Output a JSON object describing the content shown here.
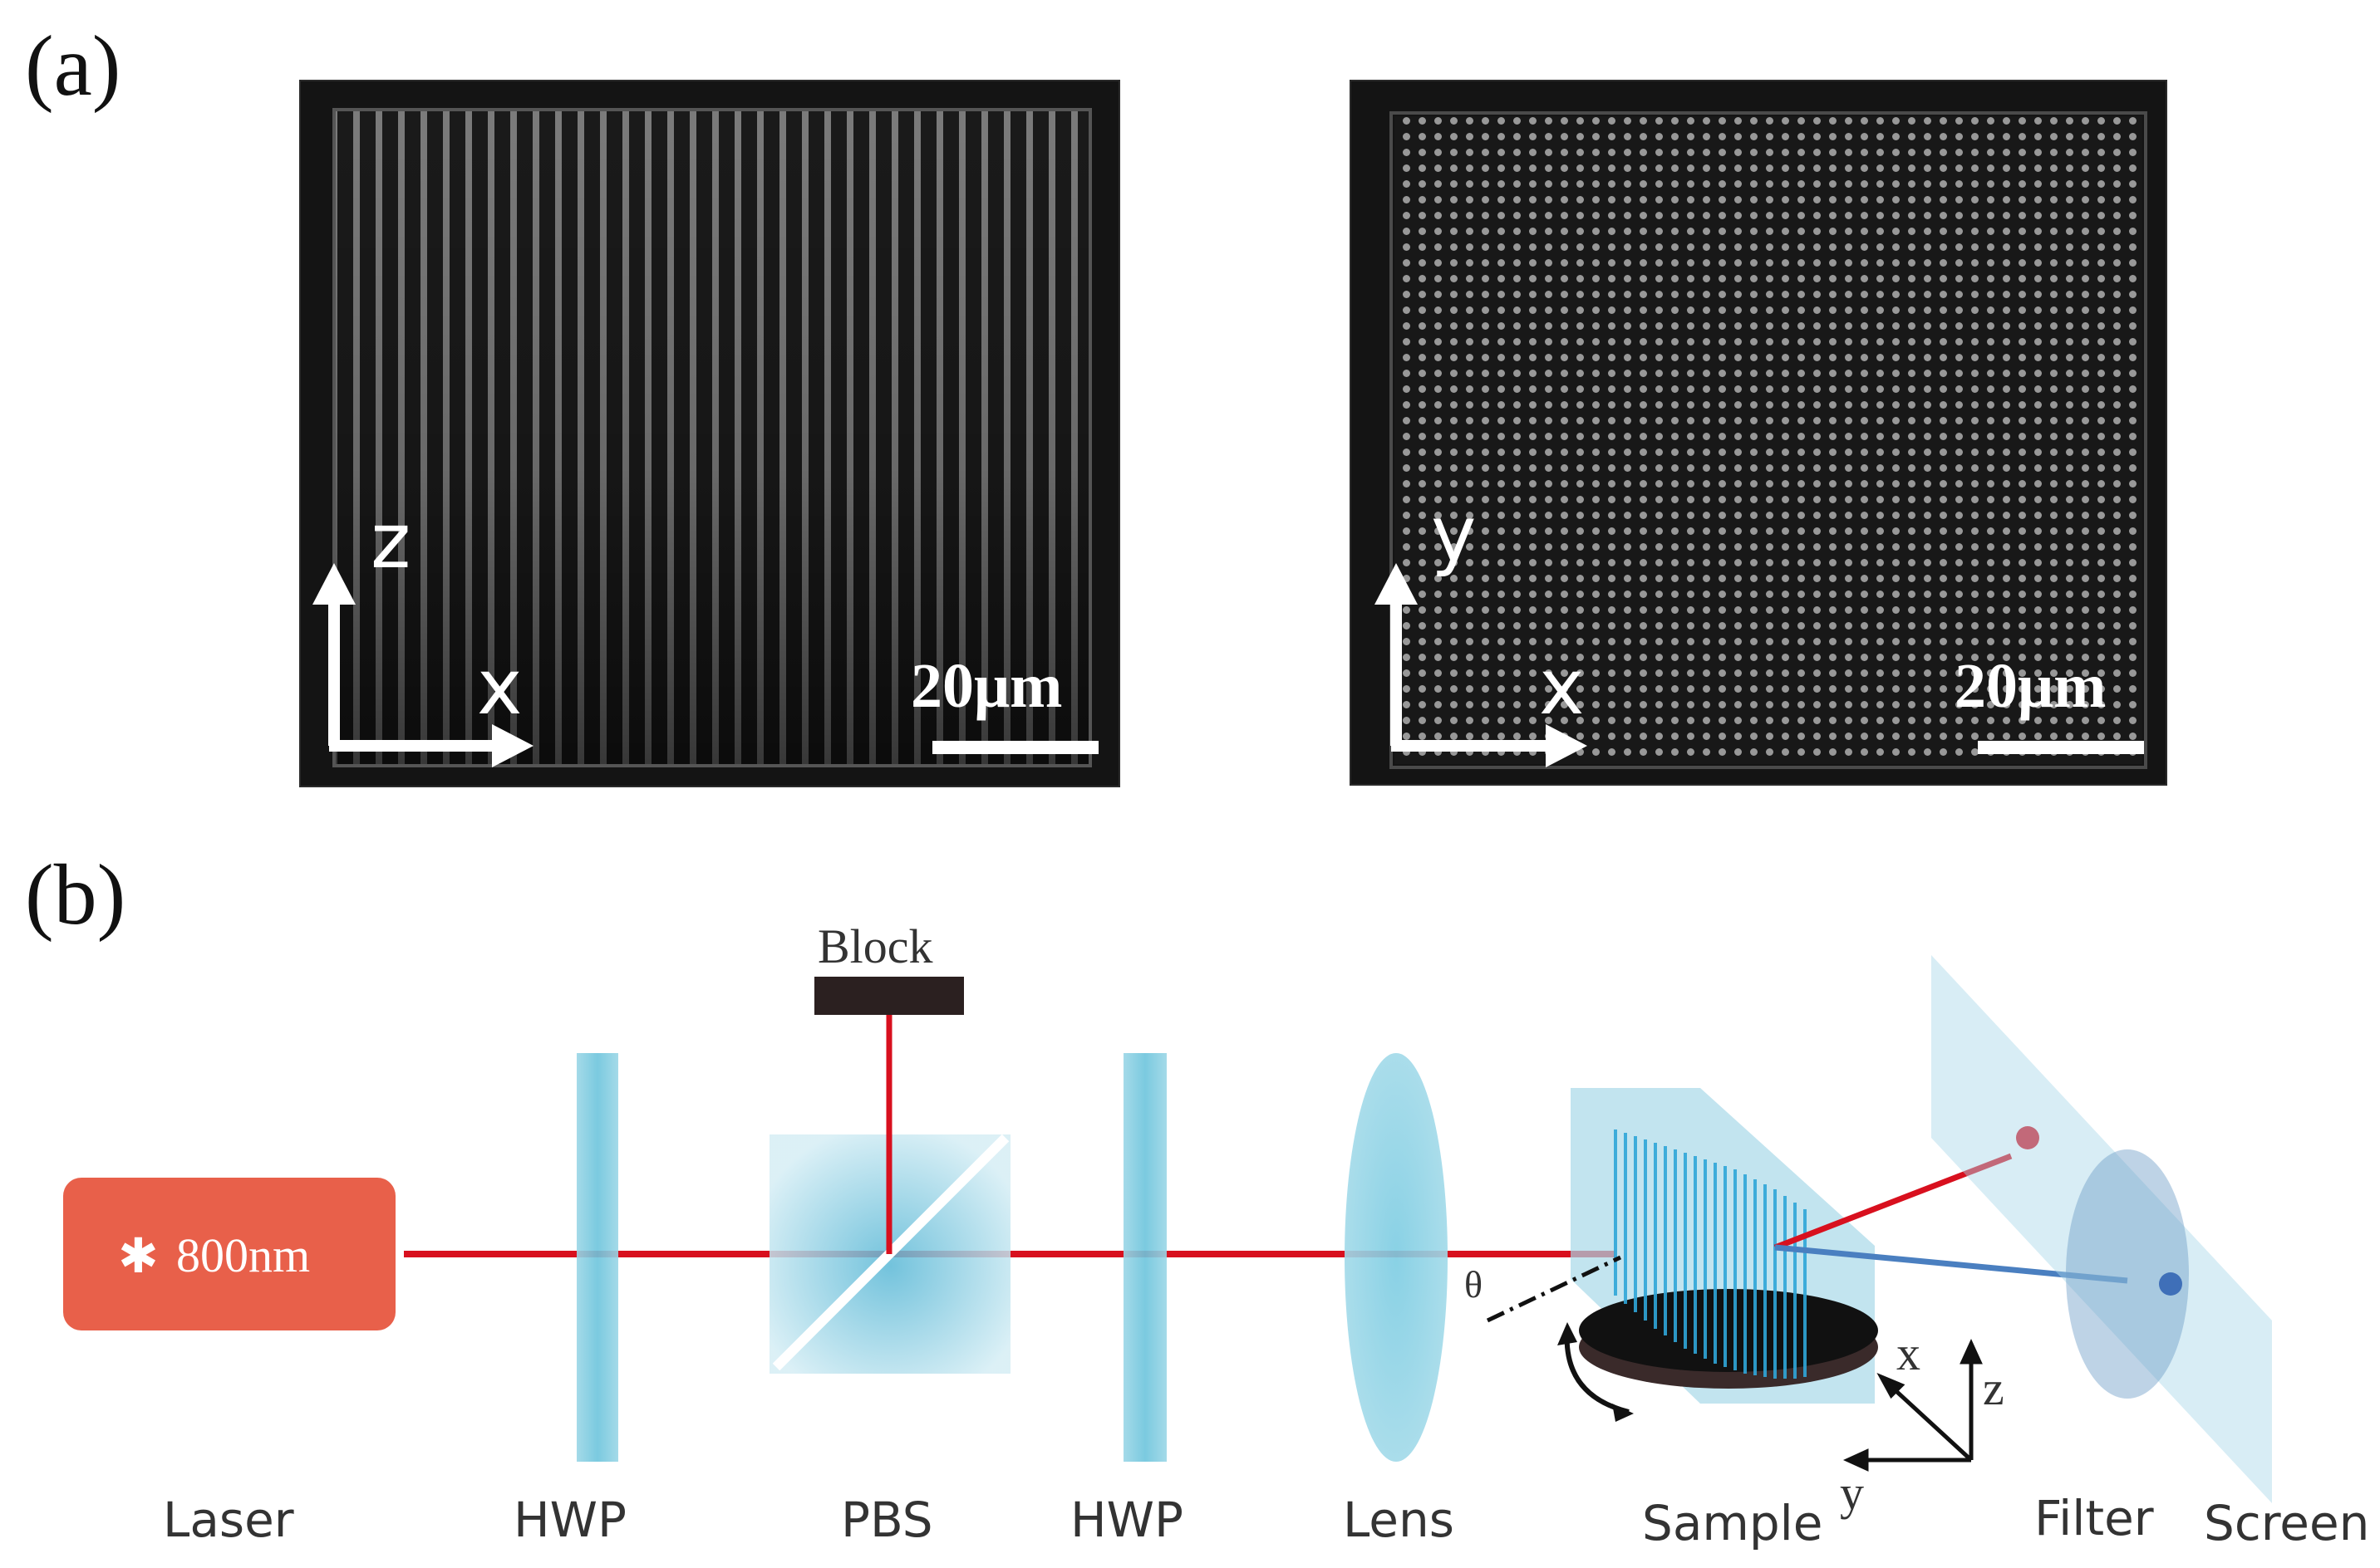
{
  "panel_a": {
    "label": "(a)",
    "left_image": {
      "axis_v": "z",
      "axis_h": "x",
      "scale": "20μm"
    },
    "right_image": {
      "axis_v": "y",
      "axis_h": "x",
      "scale": "20μm"
    }
  },
  "panel_b": {
    "label": "(b)",
    "laser_wavelength": "800nm",
    "block_label": "Block",
    "angle_label": "θ",
    "coord_labels": {
      "x": "x",
      "y": "y",
      "z": "z"
    },
    "components": [
      "Laser",
      "HWP",
      "PBS",
      "HWP",
      "Lens",
      "Sample",
      "Filter",
      "Screen"
    ]
  },
  "colors": {
    "laser_box": "#e8604a",
    "beam_red": "#d8101e",
    "beam_blue": "#4a7fc0",
    "optic_blue": "#7ecbe0",
    "block": "#2b2020"
  }
}
